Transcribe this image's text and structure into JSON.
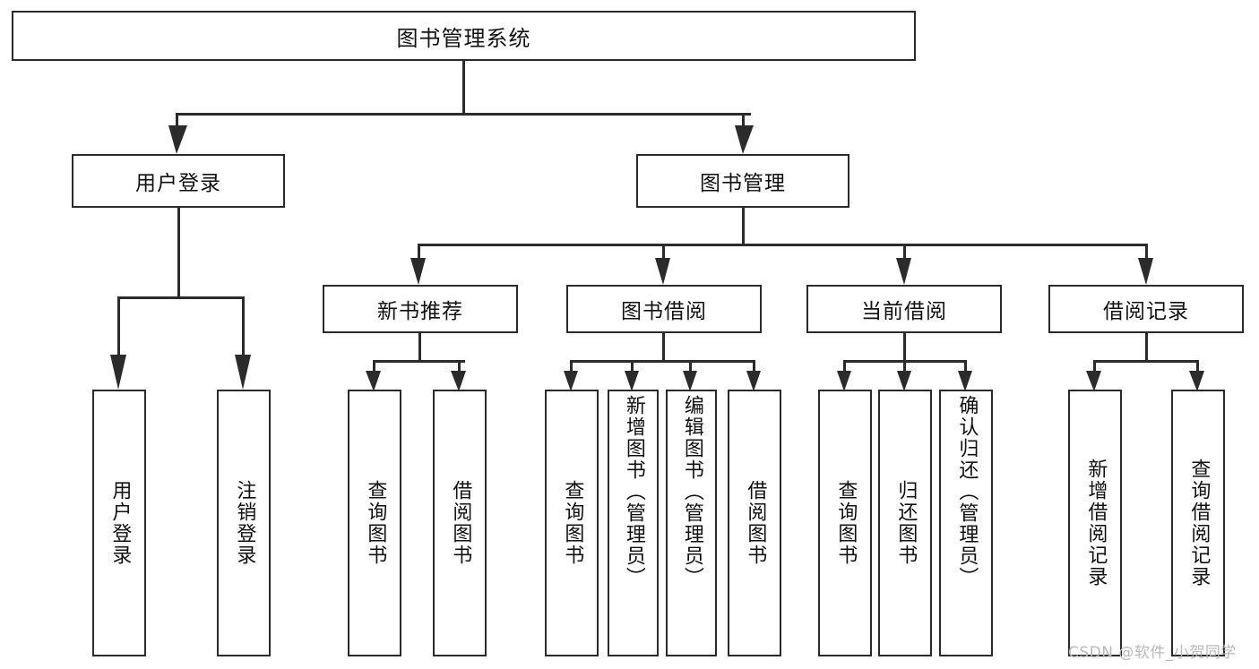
{
  "diagram": {
    "type": "tree",
    "title": "图书管理系统",
    "root": {
      "label": "图书管理系统"
    },
    "level2": [
      {
        "label": "用户登录"
      },
      {
        "label": "图书管理"
      }
    ],
    "level3": [
      {
        "label": "新书推荐"
      },
      {
        "label": "图书借阅"
      },
      {
        "label": "当前借阅"
      },
      {
        "label": "借阅记录"
      }
    ],
    "leaves": {
      "user_login": [
        {
          "label": "用户登录"
        },
        {
          "label": "注销登录"
        }
      ],
      "new_book_recommend": [
        {
          "label": "查询图书"
        },
        {
          "label": "借阅图书"
        }
      ],
      "book_borrow": [
        {
          "label": "查询图书"
        },
        {
          "label": "新增图书（管理员）"
        },
        {
          "label": "编辑图书（管理员）"
        },
        {
          "label": "借阅图书"
        }
      ],
      "current_borrow": [
        {
          "label": "查询图书"
        },
        {
          "label": "归还图书"
        },
        {
          "label": "确认归还（管理员）"
        }
      ],
      "borrow_record": [
        {
          "label": "新增借阅记录"
        },
        {
          "label": "查询借阅记录"
        }
      ]
    }
  },
  "watermark": {
    "text": "CSDN @软件_小贺同学"
  },
  "colors": {
    "stroke": "#2b2b2b",
    "fill": "#ffffff",
    "text": "#111111",
    "watermark": "#b9b9b9"
  }
}
